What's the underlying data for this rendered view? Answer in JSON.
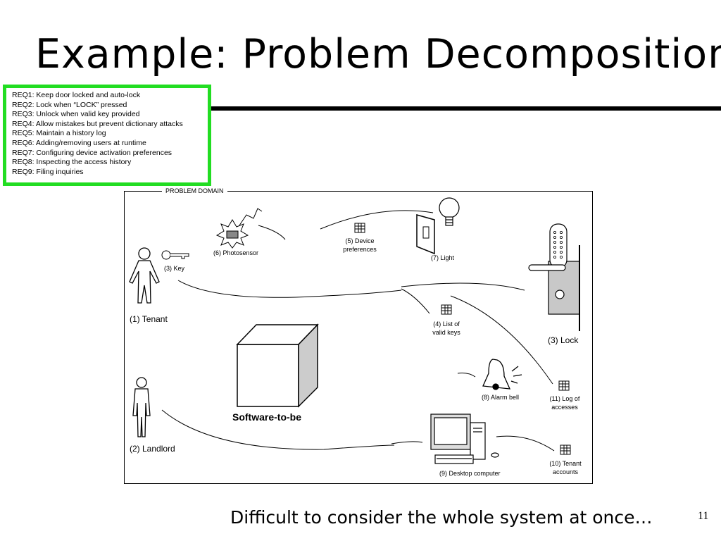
{
  "slide": {
    "title": "Example: Problem Decomposition",
    "footer": "Difficult to consider the whole system at once…",
    "page_number": "11"
  },
  "requirements": [
    "REQ1: Keep door locked and auto-lock",
    "REQ2: Lock when “LOCK” pressed",
    "REQ3: Unlock when valid key provided",
    "REQ4: Allow mistakes but prevent dictionary attacks",
    "REQ5: Maintain a history log",
    "REQ6: Adding/removing users at runtime",
    "REQ7: Configuring device activation preferences",
    "REQ8: Inspecting the access history",
    "REQ9: Filing inquiries"
  ],
  "diagram": {
    "frame_label": "PROBLEM DOMAIN",
    "center_label": "Software-to-be",
    "tenant": "(1) Tenant",
    "landlord": "(2) Landlord",
    "key": "(3) Key",
    "lock": "(3) Lock",
    "valid_keys": "(4) List of\nvalid keys",
    "device_prefs": "(5) Device\npreferences",
    "photosensor": "(6) Photosensor",
    "light": "(7) Light",
    "alarm_bell": "(8) Alarm bell",
    "desktop": "(9) Desktop computer",
    "tenant_accounts": "(10) Tenant\naccounts",
    "log_accesses": "(11) Log of\naccesses"
  },
  "colors": {
    "highlight_border": "#22dd22",
    "rule": "#000000"
  }
}
